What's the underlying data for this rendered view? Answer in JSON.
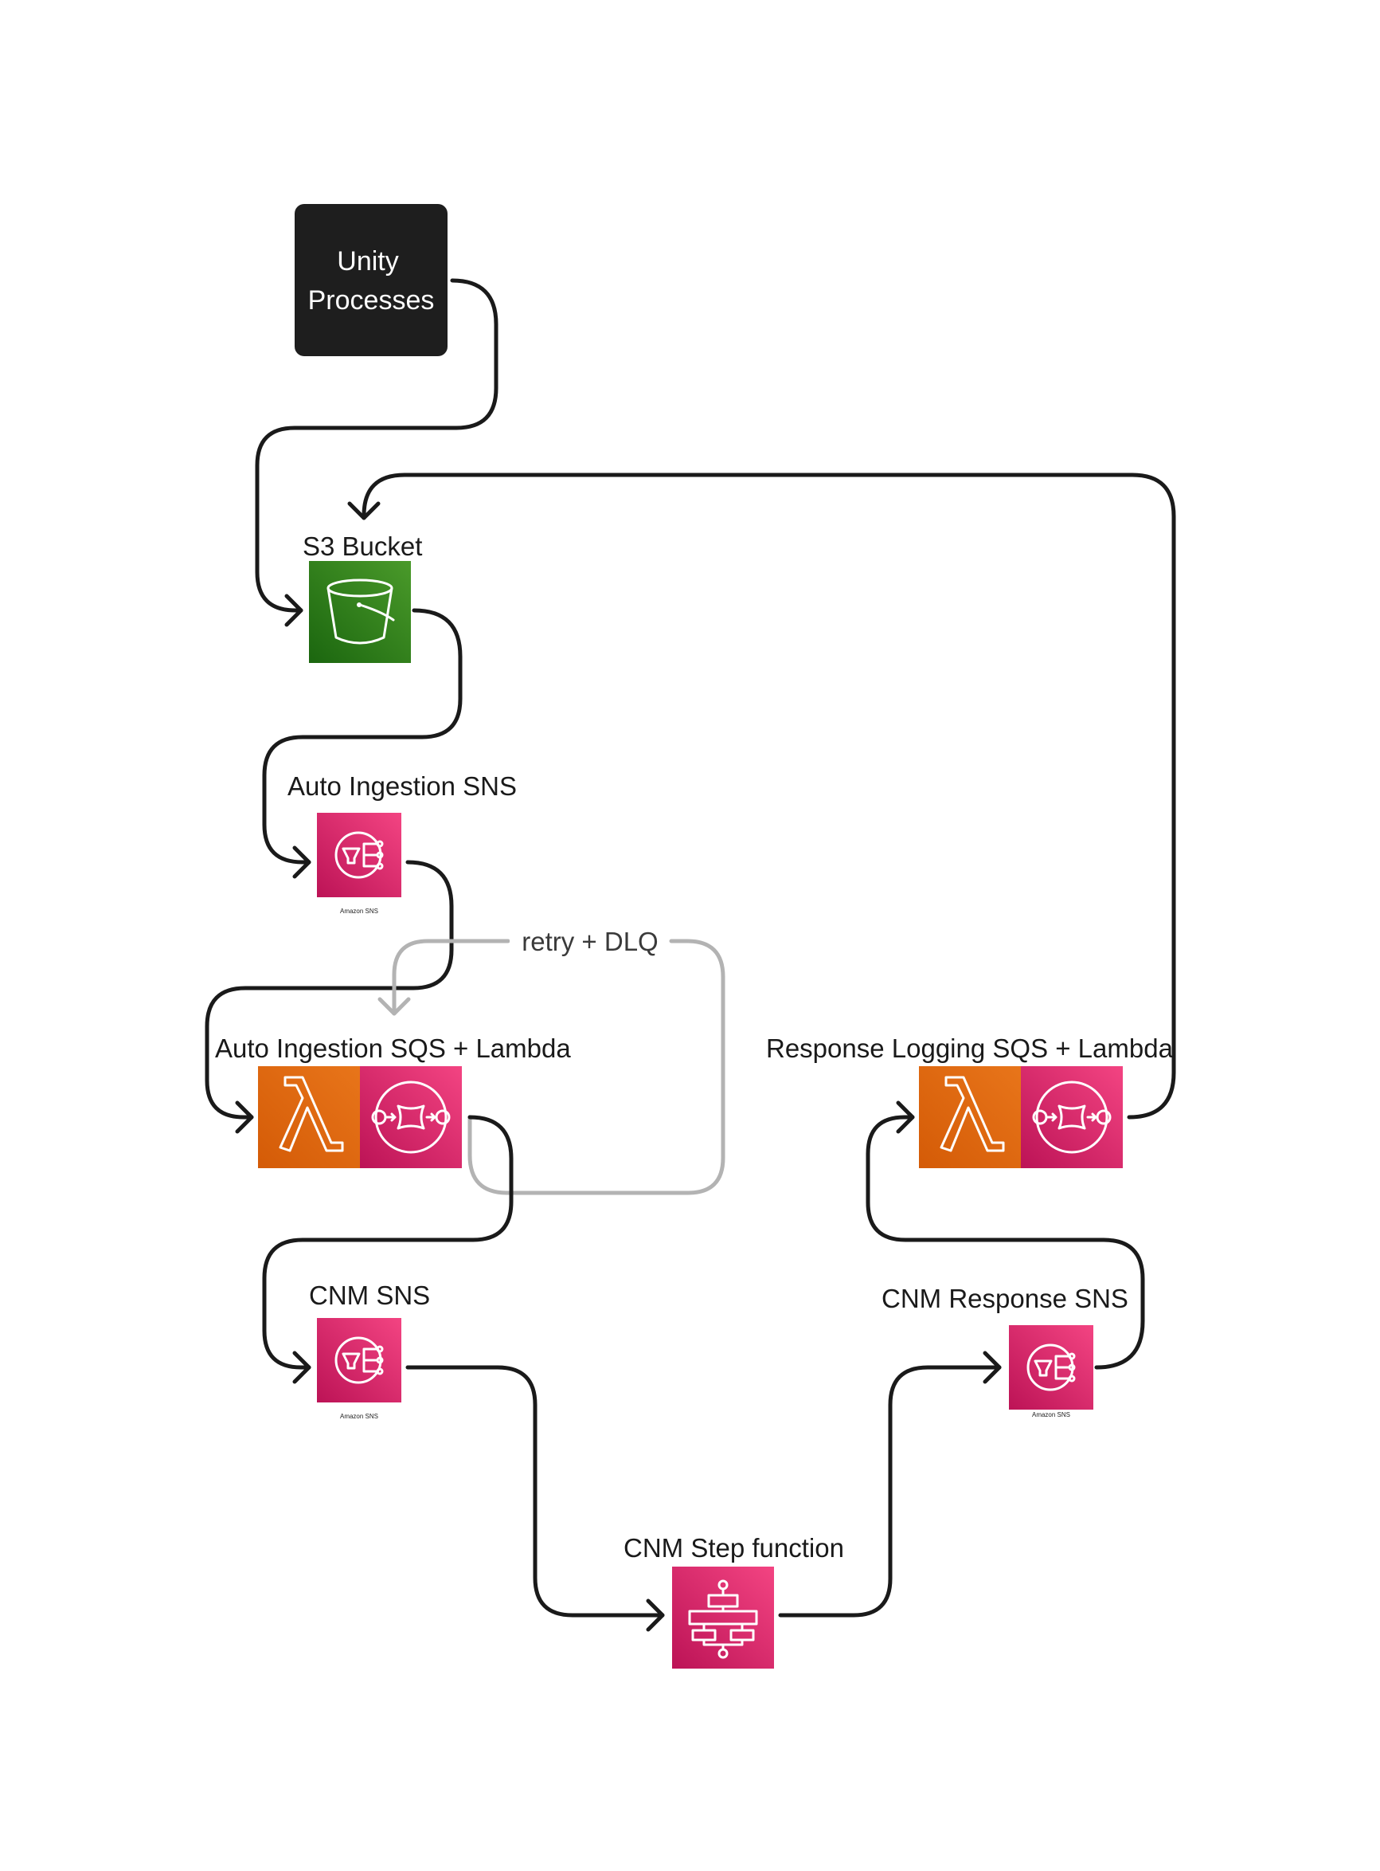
{
  "nodes": {
    "unity": {
      "line1": "Unity",
      "line2": "Processes"
    },
    "s3": {
      "label": "S3 Bucket",
      "icon": "s3-bucket-icon"
    },
    "auto_sns": {
      "label": "Auto Ingestion SNS",
      "caption": "Amazon SNS",
      "icon": "sns-icon"
    },
    "auto_sqs_lambda": {
      "label": "Auto Ingestion SQS + Lambda",
      "icons": [
        "lambda-icon",
        "sqs-icon"
      ]
    },
    "cnm_sns": {
      "label": "CNM SNS",
      "caption": "Amazon SNS",
      "icon": "sns-icon"
    },
    "step_fn": {
      "label": "CNM Step function",
      "icon": "step-functions-icon"
    },
    "cnm_response_sns": {
      "label": "CNM Response SNS",
      "caption": "Amazon SNS",
      "icon": "sns-icon"
    },
    "response_logging": {
      "label": "Response Logging SQS + Lambda",
      "icons": [
        "lambda-icon",
        "sqs-icon"
      ]
    }
  },
  "edges": {
    "retry_label": "retry + DLQ"
  },
  "colors": {
    "unity_box": "#1e1e1e",
    "s3_top": "#3f8624",
    "s3_bottom": "#1b660f",
    "pink_top": "#f34482",
    "pink_bottom": "#bc1356",
    "lambda": "#de6413",
    "connector": "#1a1a1a",
    "retry_connector": "#b3b3b3"
  }
}
